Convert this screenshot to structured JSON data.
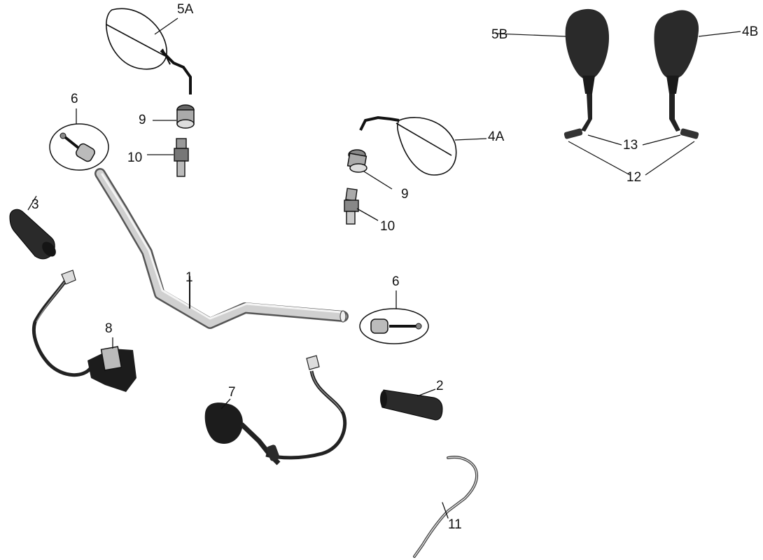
{
  "colors": {
    "ink": "#111111",
    "part_fill": "#2a2a2a",
    "chrome": "#bdbdbd",
    "background": "#ffffff"
  },
  "callouts": {
    "label_5a": "5A",
    "label_6_top": "6",
    "label_9_top": "9",
    "label_10_top": "10",
    "label_3": "3",
    "label_1": "1",
    "label_8": "8",
    "label_6_right": "6",
    "label_4a": "4A",
    "label_9_right": "9",
    "label_10_right": "10",
    "label_5b": "5B",
    "label_4b": "4B",
    "label_13": "13",
    "label_12": "12",
    "label_7": "7",
    "label_2": "2",
    "label_11": "11"
  }
}
